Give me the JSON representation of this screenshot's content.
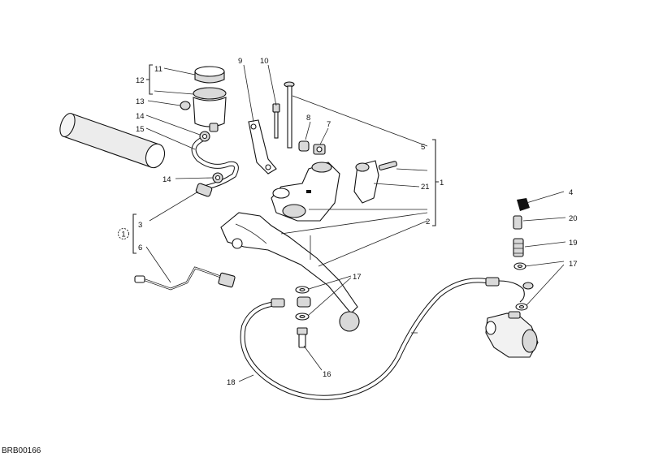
{
  "diagram": {
    "image_code": "BRB00166",
    "labels": {
      "l1": "1",
      "l2": "2",
      "l3": "3",
      "l4": "4",
      "l5": "5",
      "l6": "6",
      "l7": "7",
      "l8": "8",
      "l9": "9",
      "l10": "10",
      "l11": "11",
      "l12": "12",
      "l13": "13",
      "l14a": "14",
      "l14b": "14",
      "l15": "15",
      "l16": "16",
      "l17a": "17",
      "l17b": "17",
      "l18": "18",
      "l19": "19",
      "l20": "20",
      "l21": "21",
      "circle1": "1"
    }
  }
}
